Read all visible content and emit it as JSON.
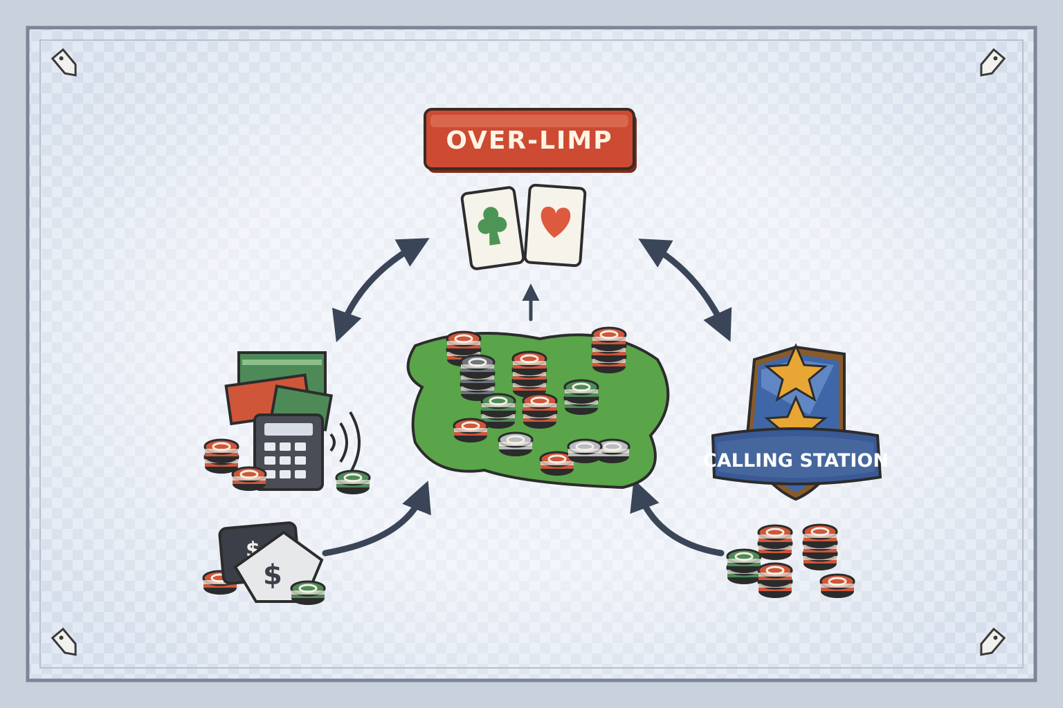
{
  "diagram": {
    "title": "OVER-LIMP",
    "badge_label": "CALLING STATION"
  },
  "nodes": [
    {
      "id": "over-limp",
      "icon": "playing-cards-icon"
    },
    {
      "id": "pot",
      "icon": "chip-pot-icon"
    },
    {
      "id": "bankroll",
      "icon": "cash-calculator-icon"
    },
    {
      "id": "calling-station",
      "icon": "shield-star-badge-icon"
    },
    {
      "id": "discount",
      "icon": "price-tag-dollar-icon"
    },
    {
      "id": "chips",
      "icon": "chip-stacks-icon"
    }
  ],
  "colors": {
    "title_bg": "#cc4b32",
    "badge_blue": "#3f67a8",
    "felt_green": "#5aa44a",
    "chip_red": "#d0563a",
    "chip_green": "#4e8a58",
    "arrow": "#3a4658"
  }
}
